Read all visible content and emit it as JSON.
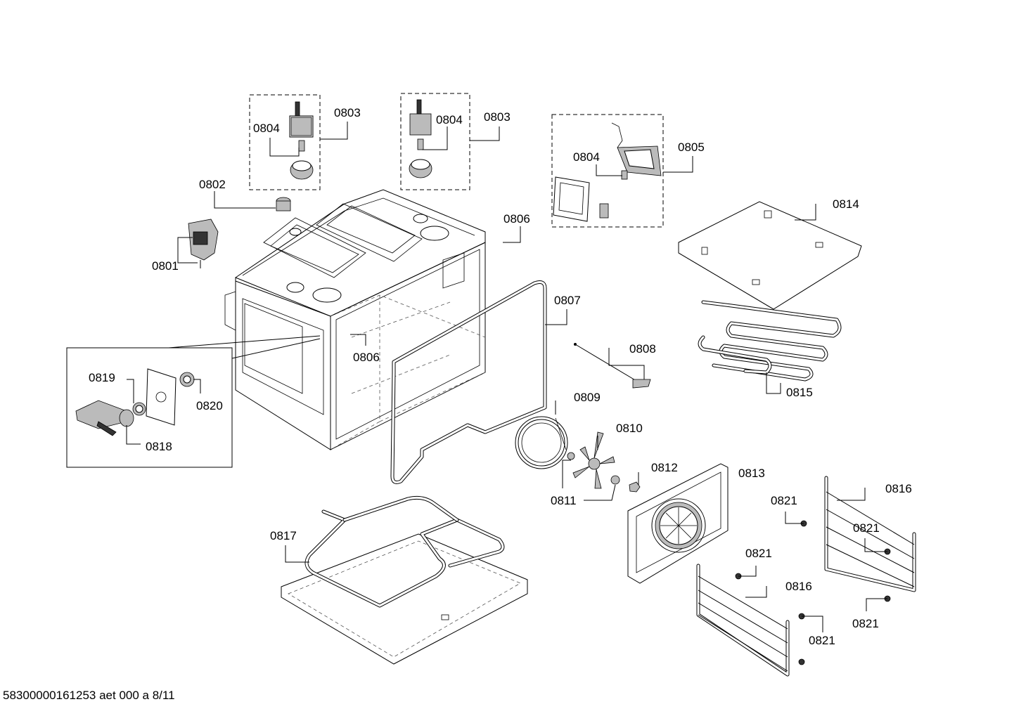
{
  "labels": {
    "p0801": "0801",
    "p0802": "0802",
    "p0803a": "0803",
    "p0803b": "0803",
    "p0804a": "0804",
    "p0804b": "0804",
    "p0804c": "0804",
    "p0805": "0805",
    "p0806a": "0806",
    "p0806b": "0806",
    "p0807": "0807",
    "p0808": "0808",
    "p0809": "0809",
    "p0810": "0810",
    "p0811": "0811",
    "p0812": "0812",
    "p0813": "0813",
    "p0814": "0814",
    "p0815": "0815",
    "p0816a": "0816",
    "p0816b": "0816",
    "p0817": "0817",
    "p0818": "0818",
    "p0819": "0819",
    "p0820": "0820",
    "p0821a": "0821",
    "p0821b": "0821",
    "p0821c": "0821",
    "p0821d": "0821",
    "p0821e": "0821"
  },
  "footer": "58300000161253 aet 000 a 8/11"
}
